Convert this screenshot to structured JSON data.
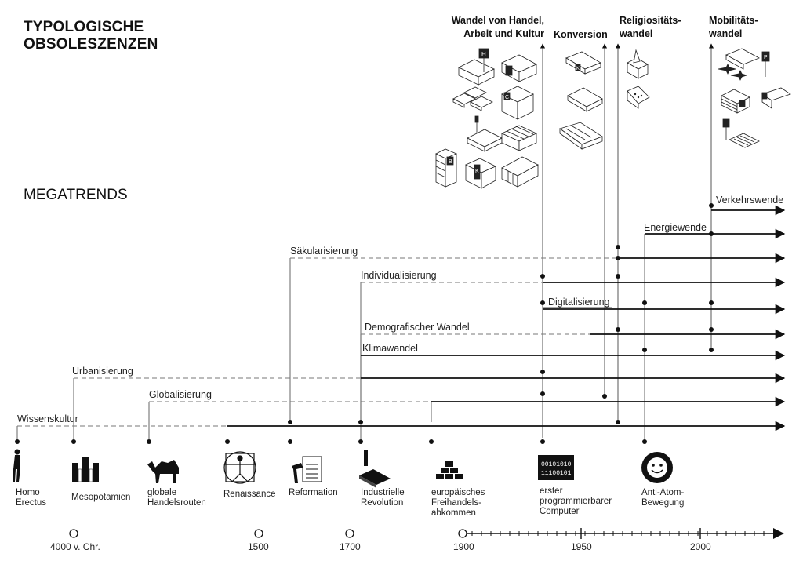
{
  "title_lines": [
    "TYPOLOGISCHE",
    "OBSOLESZENZEN"
  ],
  "megatrends_heading": "MEGATRENDS",
  "categories": [
    {
      "lines": [
        "Wandel von Handel,",
        "Arbeit und Kultur"
      ]
    },
    {
      "lines": [
        "Konversion"
      ]
    },
    {
      "lines": [
        "Religiositäts-",
        "wandel"
      ]
    },
    {
      "lines": [
        "Mobilitäts-",
        "wandel"
      ]
    }
  ],
  "megatrends": [
    {
      "label": "Verkehrswende"
    },
    {
      "label": "Energiewende"
    },
    {
      "label": "Säkularisierung"
    },
    {
      "label": "Individualisierung"
    },
    {
      "label": "Digitalisierung"
    },
    {
      "label": "Demografischer Wandel"
    },
    {
      "label": "Klimawandel"
    },
    {
      "label": "Urbanisierung"
    },
    {
      "label": "Globalisierung"
    },
    {
      "label": "Wissenskultur"
    }
  ],
  "events": [
    {
      "lines": [
        "Homo",
        "Erectus"
      ],
      "icon": "homo-erectus-icon"
    },
    {
      "lines": [
        "Mesopotamien"
      ],
      "icon": "mesopotamia-gate-icon"
    },
    {
      "lines": [
        "globale",
        "Handelsrouten"
      ],
      "icon": "camel-icon"
    },
    {
      "lines": [
        "Renaissance"
      ],
      "icon": "vitruvian-man-icon"
    },
    {
      "lines": [
        "Reformation"
      ],
      "icon": "hammer-theses-icon"
    },
    {
      "lines": [
        "Industrielle",
        "Revolution"
      ],
      "icon": "factory-icon"
    },
    {
      "lines": [
        "europäisches",
        "Freihandels-",
        "abkommen"
      ],
      "icon": "gold-bars-icon"
    },
    {
      "lines": [
        "erster",
        "programmierbarer",
        "Computer"
      ],
      "icon": "computer-binary-icon",
      "chip_text": [
        "00101010",
        "11100101"
      ]
    },
    {
      "lines": [
        "Anti-Atom-",
        "Bewegung"
      ],
      "icon": "sun-smiley-icon"
    }
  ],
  "timeline_years": [
    "4000 v. Chr.",
    "1500",
    "1700",
    "1900",
    "1950",
    "2000"
  ],
  "icon_labels": {
    "h_sign": "H",
    "p_sign": "P",
    "c_sign": "C",
    "b_sign": "B",
    "k_sign": "K"
  }
}
